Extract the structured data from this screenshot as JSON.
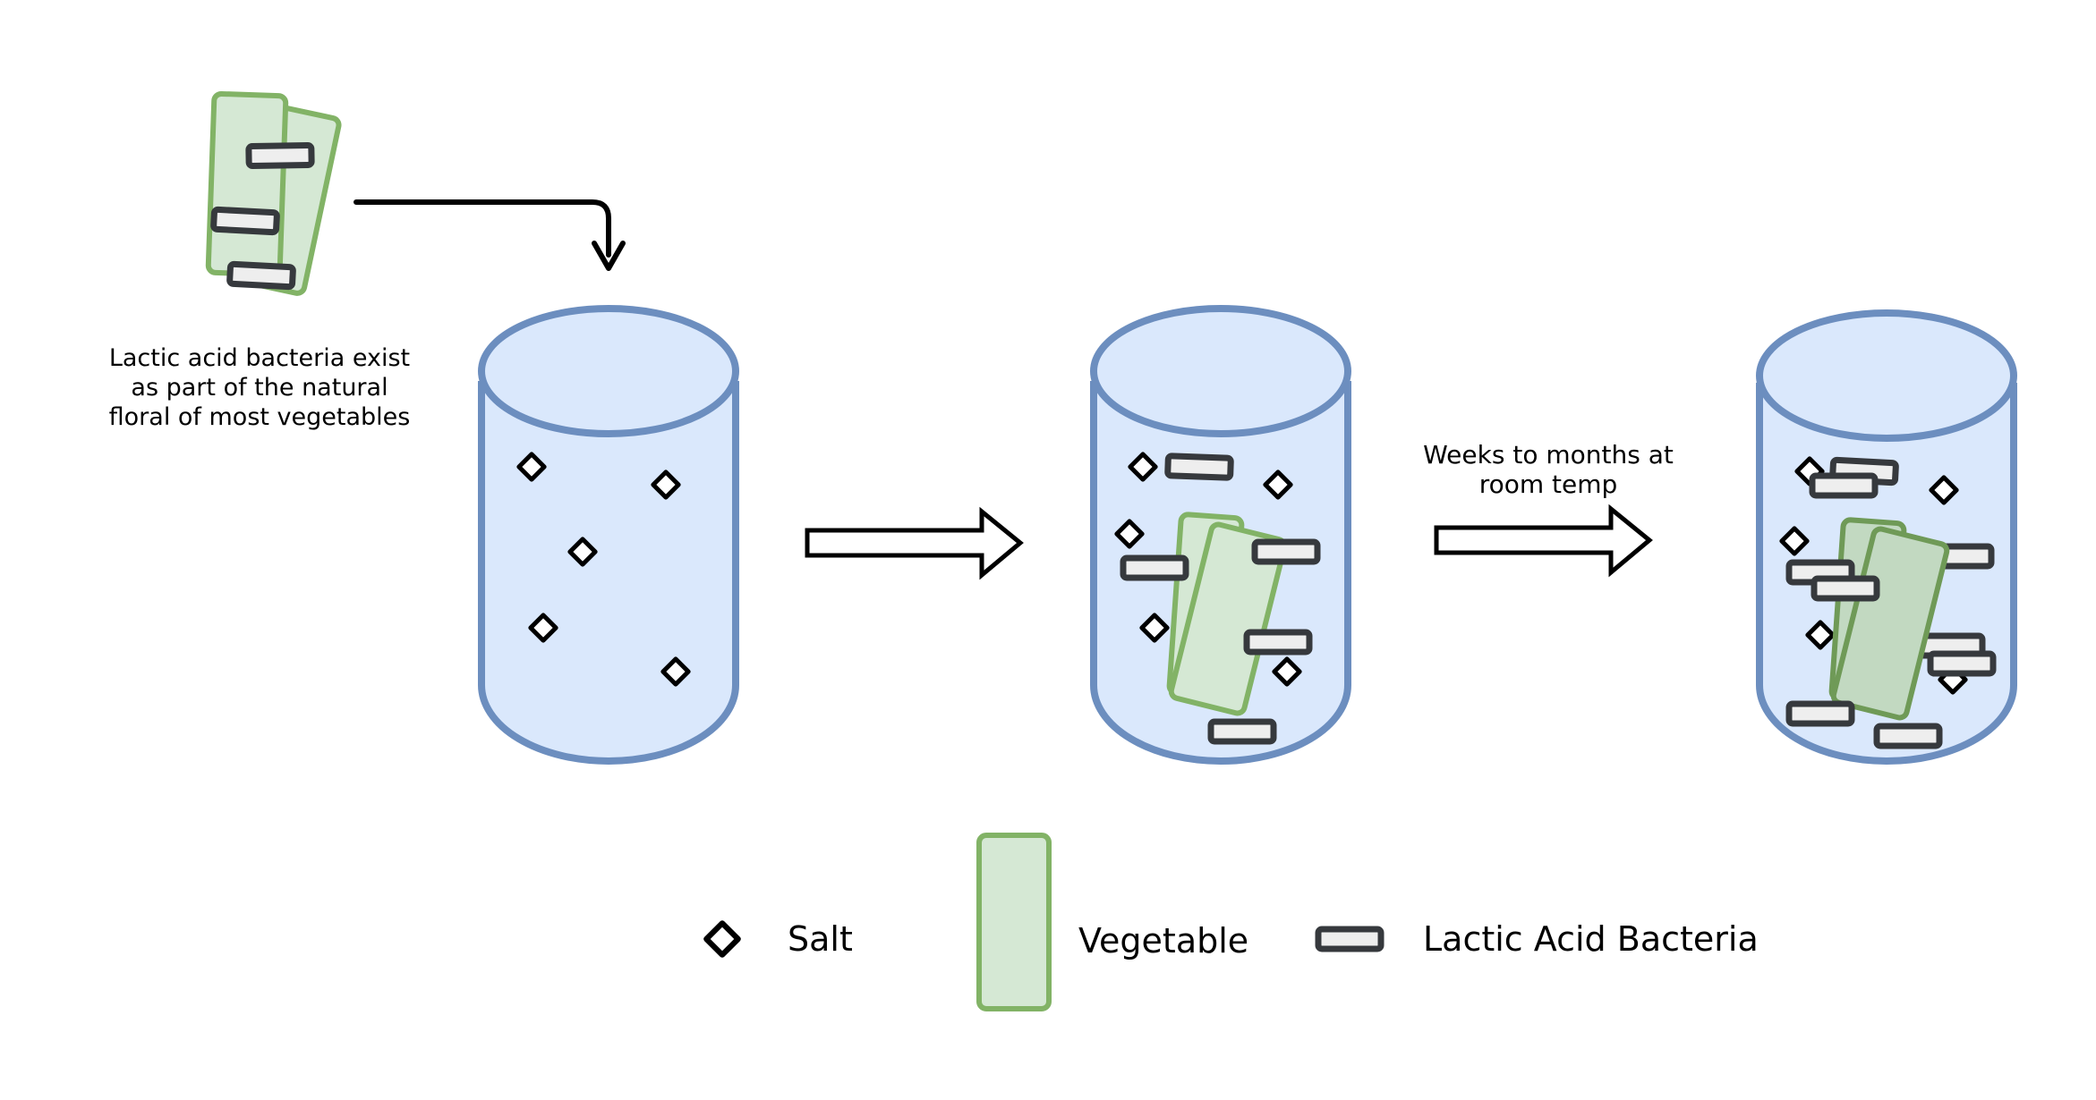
{
  "labels": {
    "intro_line1": "Lactic acid bacteria exist",
    "intro_line2": "as part of the natural",
    "intro_line3": "floral of most vegetables",
    "time_line1": "Weeks to months at",
    "time_line2": "room temp"
  },
  "legend": {
    "salt": "Salt",
    "vegetable": "Vegetable",
    "bacteria": "Lactic Acid Bacteria"
  },
  "colors": {
    "jar_fill": "#dae8fc",
    "jar_stroke": "#6c8ebf",
    "vegetable_fill": "#d5e8d4",
    "vegetable_fill_fermented": "#c2d9c1",
    "vegetable_stroke": "#82b366",
    "vegetable_stroke_fermented": "#6f9a57",
    "bacteria_fill": "#eeeeee",
    "bacteria_stroke": "#36393d",
    "salt_fill": "#ffffff",
    "salt_stroke": "#000000"
  }
}
